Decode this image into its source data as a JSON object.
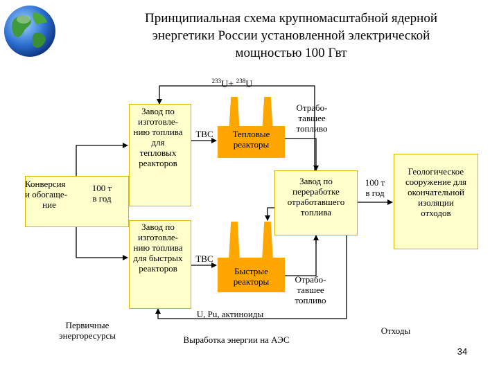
{
  "title": {
    "line1": "Принципиальная схема крупномасштабной ядерной",
    "line2": "энергетики России установленной электрической",
    "line3": "мощностью 100 Гвт"
  },
  "top_feed": {
    "u233_sup": "233",
    "u233_rest": "U+ ",
    "u238_sup": "238",
    "u238_rest": "U"
  },
  "conversion": {
    "line1": "Конверсия",
    "line2": "и обогаще-",
    "line3": "ние"
  },
  "conv_flow": {
    "line1": "100 т",
    "line2": "в год"
  },
  "plant_thermal": {
    "line1": "Завод по",
    "line2": "изготовле-",
    "line3": "нию топлива",
    "line4": "для",
    "line5": "тепловых",
    "line6": "реакторов"
  },
  "tvs_top": "ТВС",
  "thermal_reactors": {
    "line1": "Тепловые",
    "line2": "реакторы"
  },
  "spent_top": {
    "line1": "Отрабо-",
    "line2": "тавшее",
    "line3": "топливо"
  },
  "reprocessing": {
    "line1": "Завод по",
    "line2": "переработке",
    "line3": "отработавшего",
    "line4": "топлива"
  },
  "flow_repo": {
    "line1": "100 т",
    "line2": "в год"
  },
  "geological": {
    "line1": "Геологическое",
    "line2": "сооружение для",
    "line3": "окончательной",
    "line4": "изоляции",
    "line5": "отходов"
  },
  "plant_fast": {
    "line1": "Завод по",
    "line2": "изготовле-",
    "line3": "нию топлива",
    "line4": "для быстрых",
    "line5": "реакторов"
  },
  "tvs_bottom": "ТВС",
  "fast_reactors": {
    "line1": "Быстрые",
    "line2": "реакторы"
  },
  "spent_bottom": {
    "line1": "Отрабо-",
    "line2": "тавшее",
    "line3": "топливо"
  },
  "recycle": "U, Pu, актиноиды",
  "primary": {
    "line1": "Первичные",
    "line2": "энергоресурсы"
  },
  "npp_energy": "Выработка энергии на АЭС",
  "waste": "Отходы",
  "page_number": "34",
  "colors": {
    "box_fill": "#ffffcc",
    "box_border": "#d7b400",
    "reactor": "#ffa600"
  },
  "icons": {
    "logo": "globe-icon"
  }
}
